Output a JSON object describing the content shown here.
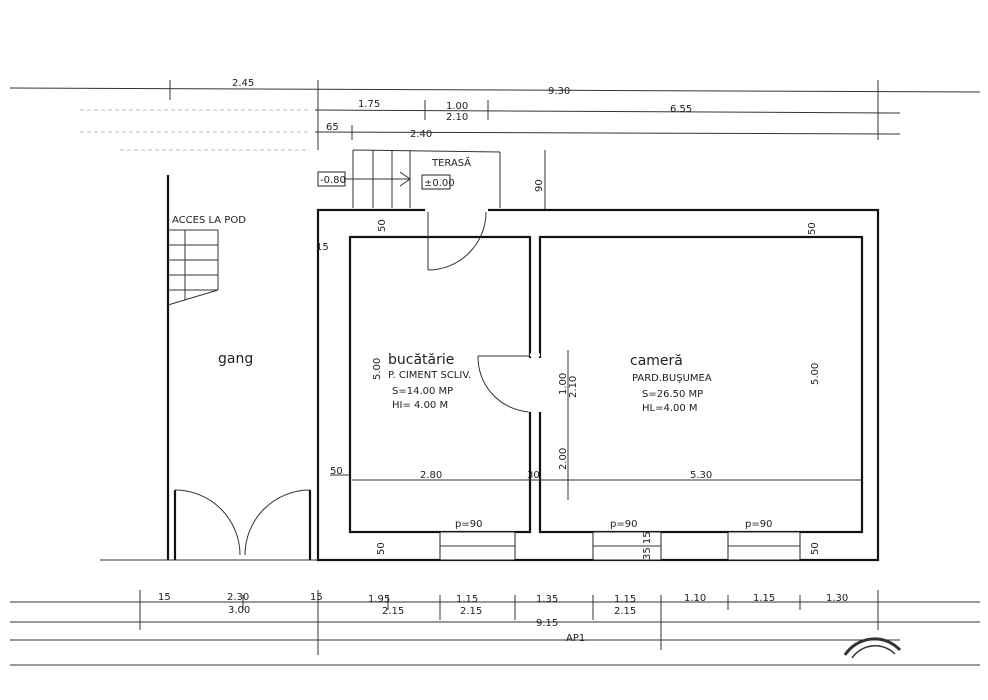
{
  "top_dimensions": {
    "row1": [
      "2.45",
      "9.30"
    ],
    "row2": [
      "1.75",
      "1.00",
      "2.10",
      "6.55"
    ],
    "row3": [
      "65",
      "2.40"
    ]
  },
  "terrace": {
    "label": "TERASĂ",
    "level_low": "-0.80",
    "level_high": "±0.00",
    "depth": "90"
  },
  "stair": {
    "label": "ACCES LA POD"
  },
  "rooms": [
    {
      "name": "gang"
    },
    {
      "name": "bucătărie",
      "floor": "P. CIMENT SCLIV.",
      "area": "S=14.00 MP",
      "height": "HI= 4.00 M",
      "width_dim": "2.80",
      "height_dim": "5.00"
    },
    {
      "name": "cameră",
      "floor": "PARD.BUŞUMEA",
      "area": "S=26.50 MP",
      "height": "HL=4.00 M",
      "width_dim": "5.30",
      "height_dim": "5.00"
    }
  ],
  "wall_dims": {
    "top_wall": "50",
    "side_wall": "15",
    "left_wall": "50",
    "partition": "30",
    "bottom_wall": "50",
    "right_bottom": "50",
    "right_top": "50",
    "door_w": "1.00",
    "door_h": "2.10",
    "sill": "2.00",
    "sill2": "35 15"
  },
  "windows": [
    "p=90",
    "p=90",
    "p=90"
  ],
  "bottom_dimensions": {
    "row1": [
      "15",
      "2.30",
      "15",
      "1.95",
      "1.15",
      "1.35",
      "1.15",
      "1.10",
      "1.15",
      "1.30"
    ],
    "row1b": [
      "3.00",
      "2.15",
      "2.15",
      "2.15"
    ],
    "total": "9.15",
    "section": "AP1"
  }
}
